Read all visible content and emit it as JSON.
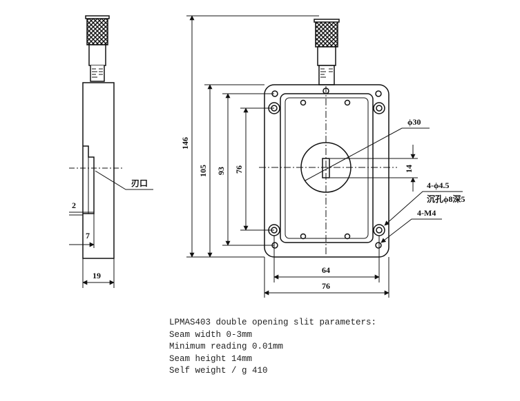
{
  "drawing": {
    "dimensions": {
      "total_height": "146",
      "plate_height": "105",
      "hole_pitch_vertical": "93",
      "inner_height": "76",
      "aperture_diameter": "ϕ30",
      "slit_height": "14",
      "through_holes": "4-ϕ4.5",
      "counterbore": "沉孔ϕ8深5",
      "threaded_holes": "4-M4",
      "hole_pitch_horizontal": "64",
      "plate_width": "76",
      "side_offset": "2",
      "side_depth": "7",
      "side_thickness": "19"
    },
    "labels": {
      "blade_edge": "刃口"
    }
  },
  "parameters": {
    "title": "LPMAS403 double opening slit parameters:",
    "lines": [
      "Seam width 0-3mm",
      "Minimum reading 0.01mm",
      "Seam height 14mm",
      "Self weight / g 410"
    ]
  }
}
